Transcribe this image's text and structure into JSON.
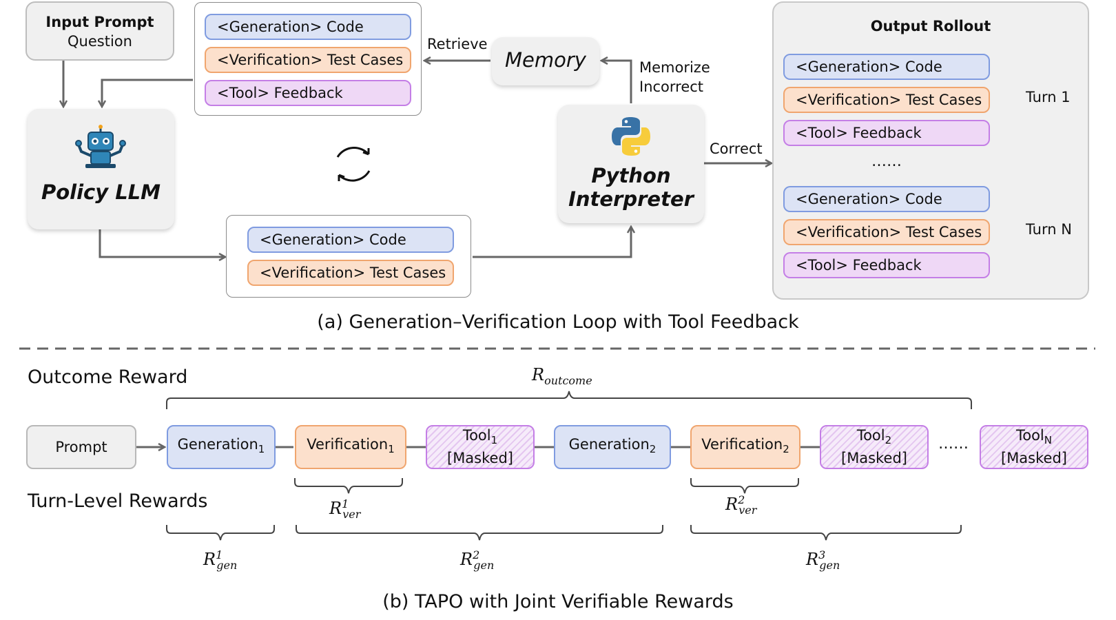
{
  "part_a": {
    "input": {
      "line1": "Input Prompt",
      "line2": "Question"
    },
    "policy": {
      "label": "Policy LLM"
    },
    "memory_box": {
      "items": [
        "<Generation> Code",
        "<Verification> Test Cases",
        "<Tool> Feedback"
      ]
    },
    "retrieve_label": "Retrieve",
    "memory": {
      "label": "Memory"
    },
    "memorize_label": {
      "line1": "Memorize",
      "line2": "Incorrect"
    },
    "python": {
      "line1": "Python",
      "line2": "Interpreter"
    },
    "correct_label": "Correct",
    "gen_box": {
      "items": [
        "<Generation> Code",
        "<Verification> Test Cases"
      ]
    },
    "output": {
      "title": "Output Rollout",
      "turn1_items": [
        "<Generation> Code",
        "<Verification> Test Cases",
        "<Tool> Feedback"
      ],
      "ellipsis": "……",
      "turnN_items": [
        "<Generation> Code",
        "<Verification> Test Cases",
        "<Tool> Feedback"
      ],
      "turn1_label": "Turn 1",
      "turnN_label": "Turn N"
    },
    "caption": "(a) Generation–Verification Loop with Tool Feedback"
  },
  "part_b": {
    "outcome_label": "Outcome Reward",
    "turn_label": "Turn-Level Rewards",
    "r_outcome": {
      "base": "R",
      "sub": "outcome"
    },
    "sequence": {
      "prompt": "Prompt",
      "gen1": {
        "base": "Generation",
        "sub": "1"
      },
      "ver1": {
        "base": "Verification",
        "sub": "1"
      },
      "tool1": {
        "base": "Tool",
        "sub": "1",
        "line2": "[Masked]"
      },
      "gen2": {
        "base": "Generation",
        "sub": "2"
      },
      "ver2": {
        "base": "Verification",
        "sub": "2"
      },
      "tool2": {
        "base": "Tool",
        "sub": "2",
        "line2": "[Masked]"
      },
      "ellipsis": "……",
      "toolN": {
        "base": "Tool",
        "sub": "N",
        "line2": "[Masked]"
      }
    },
    "r_ver1": {
      "base": "R",
      "sup": "1",
      "sub": "ver"
    },
    "r_ver2": {
      "base": "R",
      "sup": "2",
      "sub": "ver"
    },
    "r_gen1": {
      "base": "R",
      "sup": "1",
      "sub": "gen"
    },
    "r_gen2": {
      "base": "R",
      "sup": "2",
      "sub": "gen"
    },
    "r_gen3": {
      "base": "R",
      "sup": "3",
      "sub": "gen"
    },
    "caption": "(b) TAPO with Joint Verifiable Rewards"
  }
}
